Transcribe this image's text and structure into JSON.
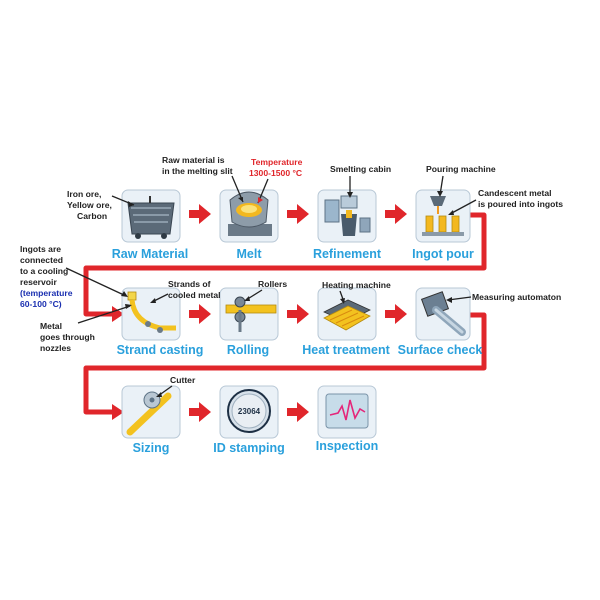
{
  "stages": {
    "raw_material": "Raw Material",
    "melt": "Melt",
    "refinement": "Refinement",
    "ingot_pour": "Ingot pour",
    "strand_casting": "Strand casting",
    "rolling": "Rolling",
    "heat_treatment": "Heat treatment",
    "surface_check": "Surface check",
    "sizing": "Sizing",
    "id_stamping": "ID stamping",
    "inspection": "Inspection"
  },
  "annotations": {
    "raw_inputs": [
      "Iron ore,",
      "Yellow ore,",
      "Carbon"
    ],
    "melting_slit": [
      "Raw material is",
      "in the melting slit"
    ],
    "temperature_melt": [
      "Temperature",
      "1300-1500 °C"
    ],
    "smelting_cabin": "Smelting cabin",
    "pouring_machine": "Pouring machine",
    "candescent": [
      "Candescent metal",
      "is poured into ingots"
    ],
    "ingots_reservoir": [
      "Ingots are",
      "connected",
      "to a cooling",
      "reservoir"
    ],
    "temperature_cooling": [
      "(temperature",
      "60-100 °C)"
    ],
    "nozzles": [
      "Metal",
      "goes through",
      "nozzles"
    ],
    "strands": [
      "Strands of",
      "cooled metal"
    ],
    "rollers": "Rollers",
    "heating_machine": "Heating machine",
    "measuring_automaton": "Measuring automaton",
    "cutter": "Cutter",
    "stamp_id": "23064"
  },
  "colors": {
    "flow_arrow": "#e0262b",
    "stage_label": "#2aa0dc",
    "temperature_text": "#e0262b",
    "cooling_text": "#1a2fb0"
  }
}
